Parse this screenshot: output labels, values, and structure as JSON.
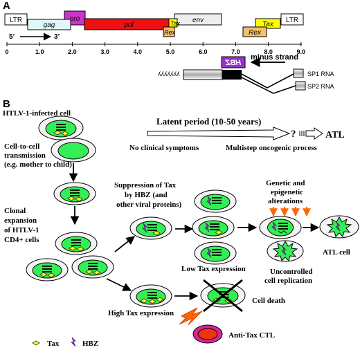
{
  "panels": {
    "a": "A",
    "b": "B"
  },
  "genome": {
    "ltr_left": "LTR",
    "ltr_right": "LTR",
    "gag": "gag",
    "pro": "pro",
    "pol": "pol",
    "env": "env",
    "tax_small": "Tax",
    "rex_small": "Rex",
    "tax": "Tax",
    "rex": "Rex",
    "direction_5": "5’",
    "direction_3": "3’",
    "scale_ticks": [
      "0",
      "1.0",
      "2.0",
      "3.0",
      "4.0",
      "5.0",
      "6.0",
      "7.0",
      "8.0",
      "9.0"
    ],
    "poly_a": "ʎʎʎʎʎʎʎ",
    "hbz": "HBZ",
    "minus_strand": "minus strand",
    "sp1": "SP1 RNA",
    "sp2": "SP2 RNA"
  },
  "panel_b": {
    "infected_cell": "HTLV-1-infected cell",
    "transmission_1": "Cell-to-cell",
    "transmission_2": "transmission",
    "transmission_3": "(e.g. mother to child)",
    "latent_period": "Latent period (10-50 years)",
    "question": "?",
    "atl": "ATL",
    "no_symptoms": "No clinical symptoms",
    "multistep": "Multistep oncogenic process",
    "clonal_1": "Clonal",
    "clonal_2": "expansion",
    "clonal_3": "of HTLV-1",
    "clonal_4": "CD4+ cells",
    "suppression_1": "Suppression of Tax",
    "suppression_2": "by HBZ (and",
    "suppression_3": "other viral proteins)",
    "genetic_1": "Genetic and",
    "genetic_2": "epigenetic",
    "genetic_3": "alterations",
    "atl_cell": "ATL cell",
    "low_tax": "Low Tax expression",
    "uncontrolled_1": "Uncontrolled",
    "uncontrolled_2": "cell replication",
    "high_tax": "High Tax expression",
    "cell_death": "Cell death",
    "anti_tax": "Anti-Tax CTL",
    "legend_tax": "Tax",
    "legend_hbz": "HBZ"
  },
  "colors": {
    "ltr": "#ffffff",
    "gag": "#e0f7fa",
    "pro": "#cc33cc",
    "pol": "#ee1111",
    "env": "#eeeeee",
    "tax": "#ffff00",
    "rex": "#f4c06a",
    "hbz": "#9933cc",
    "nucleus": "#33ee55",
    "cell_fill": "#f4f4f4",
    "arrow_orange": "#ff6600",
    "ctl_ring": "#dd2299",
    "ctl_inner": "#ee3311"
  }
}
